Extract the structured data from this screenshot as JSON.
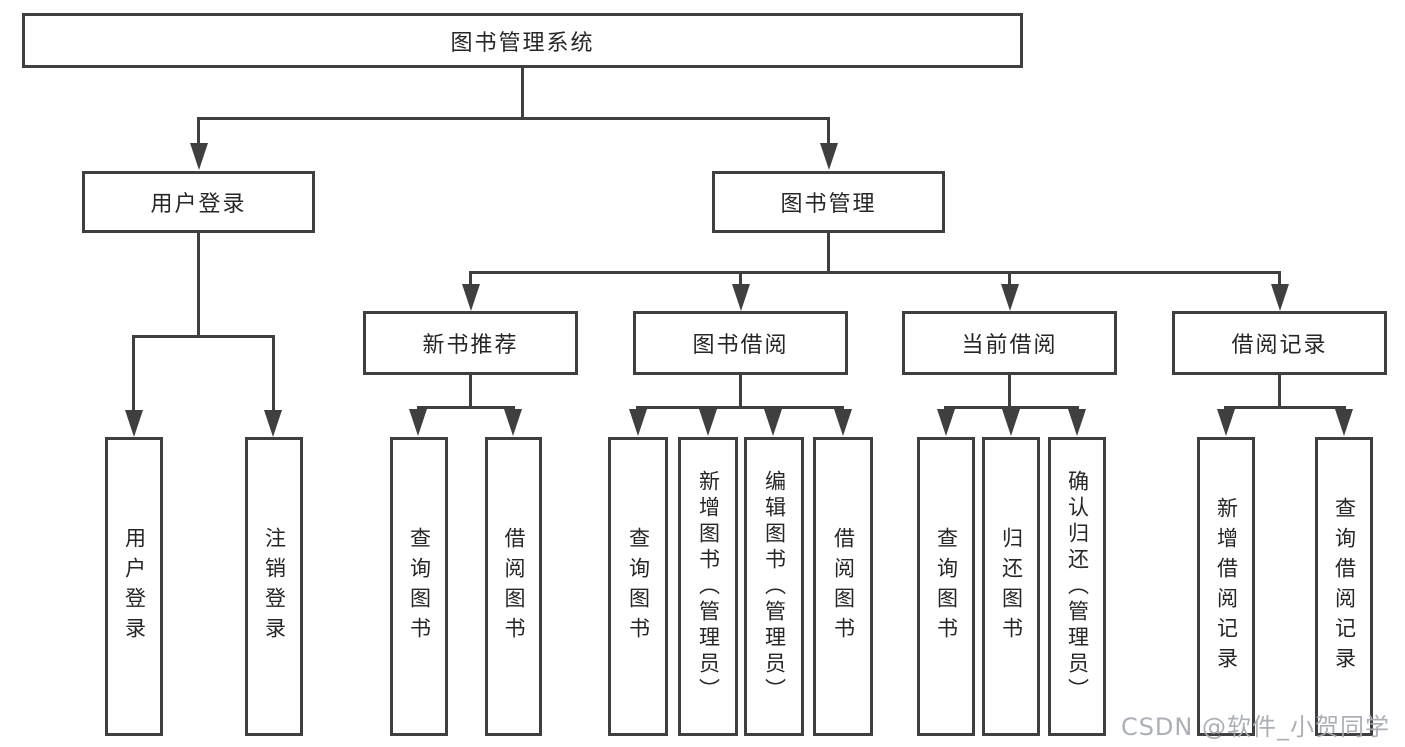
{
  "diagram": {
    "root": {
      "label": "图书管理系统",
      "children": [
        {
          "label": "用户登录",
          "children": [
            {
              "label": "用户登录"
            },
            {
              "label": "注销登录"
            }
          ]
        },
        {
          "label": "图书管理",
          "children": [
            {
              "label": "新书推荐",
              "children": [
                {
                  "label": "查询图书"
                },
                {
                  "label": "借阅图书"
                }
              ]
            },
            {
              "label": "图书借阅",
              "children": [
                {
                  "label": "查询图书"
                },
                {
                  "label": "新增图书（管理员）"
                },
                {
                  "label": "编辑图书（管理员）"
                },
                {
                  "label": "借阅图书"
                }
              ]
            },
            {
              "label": "当前借阅",
              "children": [
                {
                  "label": "查询图书"
                },
                {
                  "label": "归还图书"
                },
                {
                  "label": "确认归还（管理员）"
                }
              ]
            },
            {
              "label": "借阅记录",
              "children": [
                {
                  "label": "新增借阅记录"
                },
                {
                  "label": "查询借阅记录"
                }
              ]
            }
          ]
        }
      ]
    },
    "watermark": "CSDN @软件_小贺同学"
  }
}
